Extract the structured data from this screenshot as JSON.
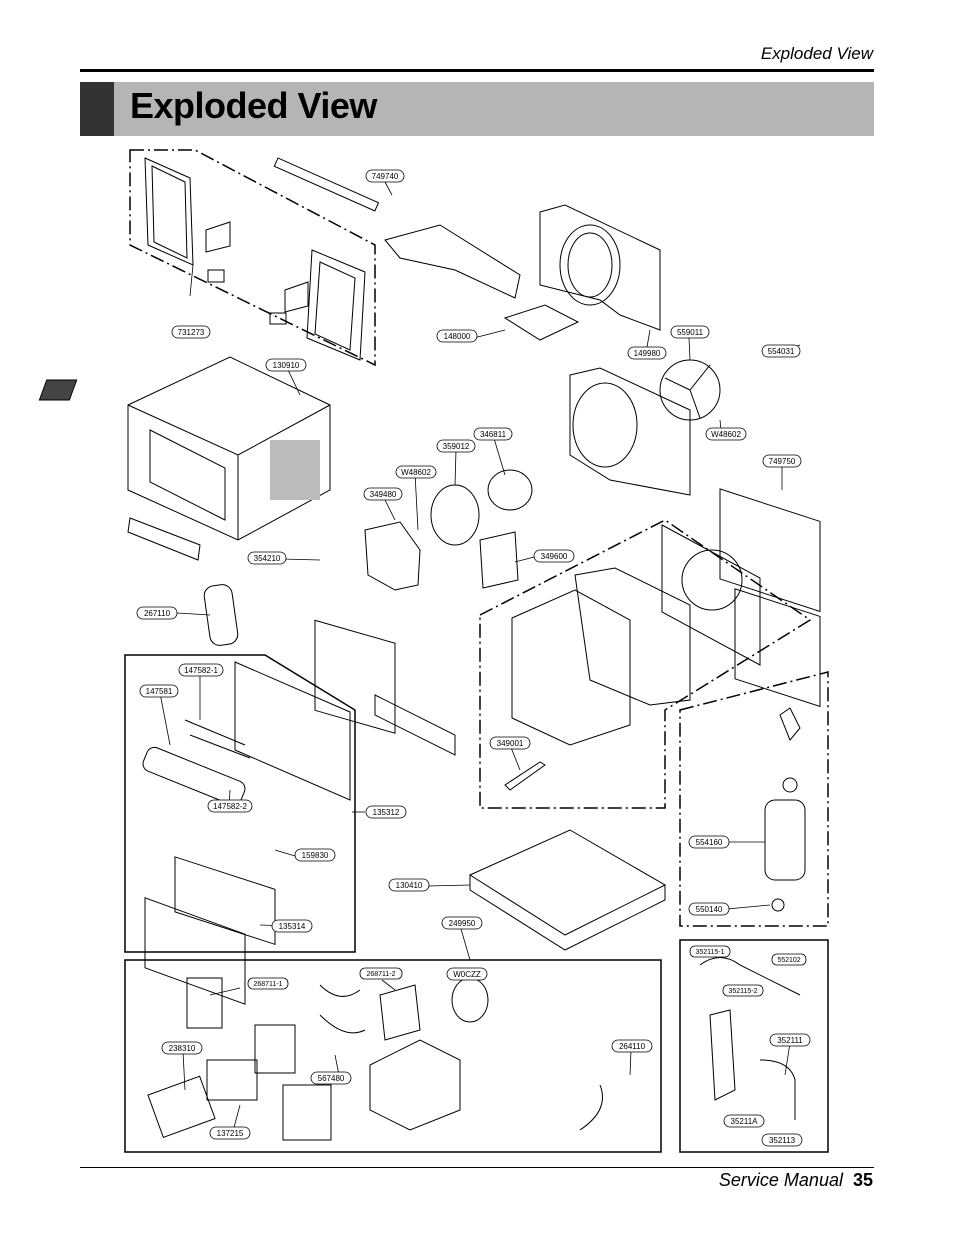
{
  "header": {
    "section_label": "Exploded View"
  },
  "title": "Exploded View",
  "footer": {
    "label": "Service Manual",
    "page_number": "35"
  },
  "part_labels": [
    "749740",
    "731273",
    "148000",
    "149980",
    "559011",
    "554031",
    "130910",
    "W48602",
    "346811",
    "359012",
    "W48602",
    "749750",
    "349480",
    "354210",
    "349600",
    "267110",
    "147582-1",
    "147581",
    "349001",
    "147582-2",
    "135312",
    "159830",
    "554160",
    "130410",
    "550140",
    "135314",
    "249950",
    "352115-1",
    "552102",
    "352115-2",
    "268711-1",
    "268711-2",
    "W0CZZ",
    "264110",
    "352111",
    "238310",
    "567480",
    "35211A",
    "137215",
    "352113"
  ]
}
